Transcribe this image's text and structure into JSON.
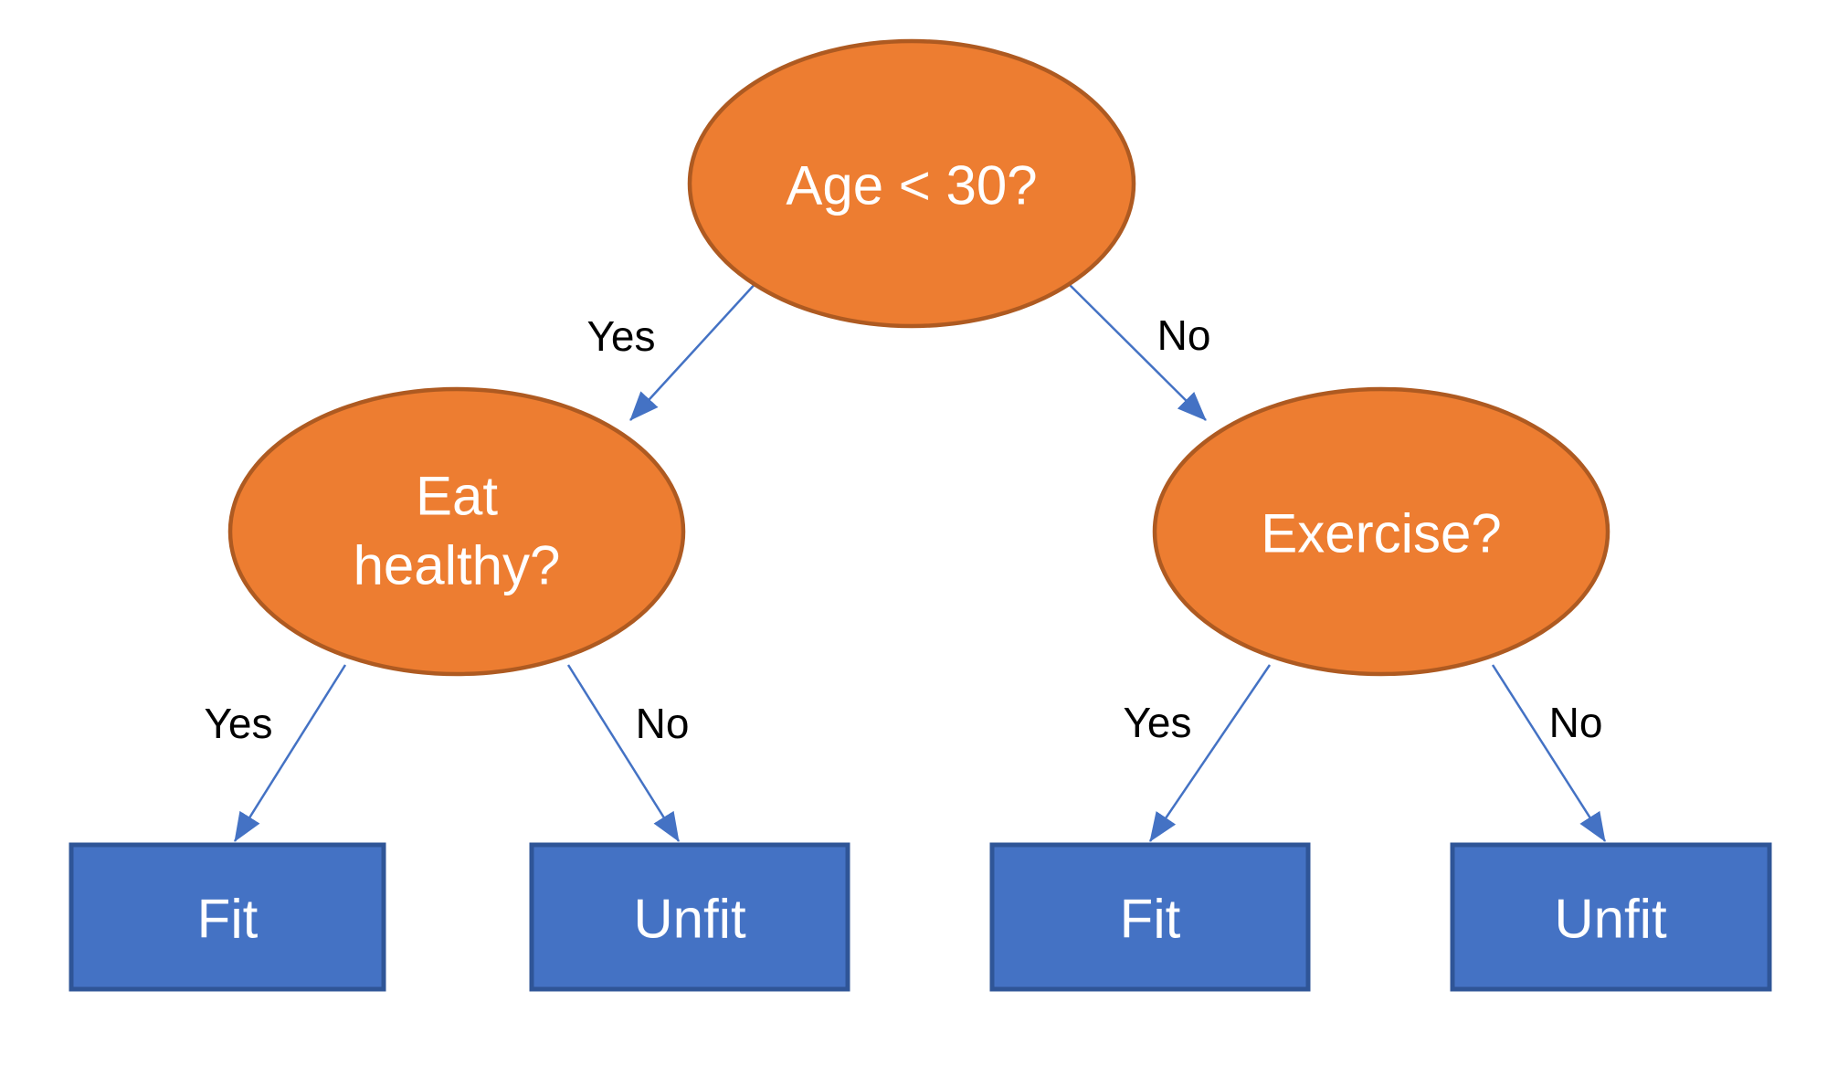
{
  "diagram": {
    "type": "decision-tree",
    "background_color": "#FFFFFF",
    "colors": {
      "decision_node_fill": "#ED7D31",
      "decision_node_border": "#AE5A21",
      "outcome_node_fill": "#4472C4",
      "outcome_node_border": "#2F5597",
      "connector": "#4472C4",
      "node_text": "#FFFFFF",
      "edge_label_text": "#000000"
    },
    "nodes": {
      "root": {
        "label": "Age < 30?"
      },
      "eat_healthy": {
        "line1": "Eat",
        "line2": "healthy?"
      },
      "exercise": {
        "label": "Exercise?"
      },
      "fit_left": {
        "label": "Fit"
      },
      "unfit_left": {
        "label": "Unfit"
      },
      "fit_right": {
        "label": "Fit"
      },
      "unfit_right": {
        "label": "Unfit"
      }
    },
    "edges": {
      "root_to_eat_healthy": {
        "label": "Yes"
      },
      "root_to_exercise": {
        "label": "No"
      },
      "eat_healthy_to_fit": {
        "label": "Yes"
      },
      "eat_healthy_to_unfit": {
        "label": "No"
      },
      "exercise_to_fit": {
        "label": "Yes"
      },
      "exercise_to_unfit": {
        "label": "No"
      }
    }
  }
}
